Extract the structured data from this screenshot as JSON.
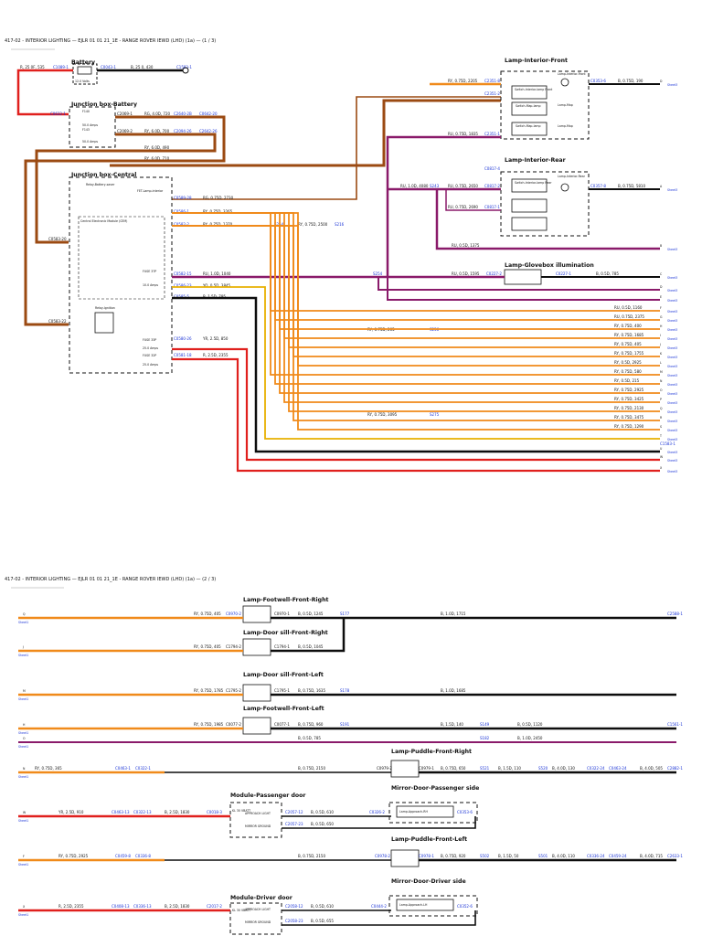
{
  "colors": {
    "black": "#0d0d0d",
    "red": "#e0201d",
    "brown": "#9b4a12",
    "orange": "#f08a1a",
    "yellow": "#e8b000",
    "purple": "#8a1a6a",
    "blue_text": "#1a33d6"
  },
  "page1": {
    "header": "417-02 - INTERIOR LIGHTING — EJLR 01 01 21_1E - RANGE ROVER IEWD (LHD) (1a) — (1 / 3)",
    "battery": {
      "title": "Battery",
      "volts": "12.0 Volts",
      "wire_in": "R, 25 0F, 535",
      "c_in": "C1089-1",
      "c_out": "C0043-1",
      "wire_out": "B, 25 0, 430",
      "c_end": "C1583-1"
    },
    "jb_battery": {
      "title": "Junction box-Battery",
      "c_left": "C0632-1",
      "fuse1": "50.0 Amps",
      "fuse2": "50.0 Amps",
      "f1_label": "F140",
      "f2_label": "F143",
      "c1": "C2069-1",
      "c2": "C2069-2",
      "w1": "RG, 4.0D, 720",
      "w1c": "C2640-2B",
      "w1d": "C0642-20",
      "w2": "RY, 6.0D, 700",
      "w2c": "C2094-26",
      "w2d": "C2642-26",
      "w3": "RY, 6.0D, 490",
      "w4": "RY, 6.0D, 710"
    },
    "jb_central": {
      "title": "Junction box-Central",
      "relay_batt": "Relay-Battery-saver",
      "fet": "FET-Lamp-interior",
      "cem": "Central Electronic Module (CEM)",
      "relay_ign": "Relay-Ignition",
      "f54": "FUSE 37P",
      "f54a": "10.0 Amps",
      "f38": "FUSE 33P",
      "f38a": "25.0 Amps",
      "f39": "FUSE 32P",
      "f39a": "25.0 Amps",
      "c_left1": "C0583-20",
      "c_left2": "C0583-22"
    },
    "jb_wires": [
      {
        "c": "C0589-28",
        "w": "RG, 0.75D, 2730"
      },
      {
        "c": "C0586-1",
        "w": "RY, 0.75D, 3265"
      },
      {
        "c": "C0582-2",
        "w": "RY, 0.75D, 1370"
      },
      {
        "c": "C0582-15",
        "w": "RU, 1.0D, 1040"
      },
      {
        "c": "C0586-23",
        "w": "YO, 0.5D, 3845"
      },
      {
        "c": "C0585-5",
        "w": "B, 1.5D, 795"
      },
      {
        "c": "C0580-26",
        "w": "YR, 2.5D, 850"
      },
      {
        "c": "C0581-18",
        "w": "R, 2.5D, 2355"
      }
    ],
    "splices": {
      "s1": "S254",
      "s2": "S216",
      "s3": "S254",
      "s4": "S256",
      "s5": "S275"
    },
    "mid_wire": "RY, 0.75D, 2500",
    "lamp_front": {
      "title": "Lamp-Interior-Front",
      "sw_lamp": "Switch-Interior-lamp Front",
      "lamp_int": "Lamp-Interior-Front",
      "sw_map1": "Switch-Map-lamp",
      "sw_map2": "Switch-Map-lamp",
      "lamp_map1": "Lamp-Map",
      "lamp_map2": "Lamp-Map",
      "c1": "C2351-8",
      "c2": "C2351-2",
      "c3": "C2351-1",
      "c_out": "C0353-6",
      "w_in": "RY, 0.75D, 2205",
      "w_out": "B, 0.75D, 190",
      "w_rear": "RU, 0.75D, 1835"
    },
    "lamp_rear": {
      "title": "Lamp-Interior-Rear",
      "sw_lamp": "Switch-Interior-lamp Rear",
      "lamp_int": "Lamp-Interior-Rear",
      "c_top": "C0817-4",
      "c1": "C0817-2",
      "c2": "C0817-1",
      "c3": "C0817-8",
      "c_out": "C0357-8",
      "w_out": "B, 0.75D, 5810",
      "w1": "RU, 1.0D, 4080",
      "s_rear": "S243",
      "w2": "RU, 0.75D, 2650",
      "w3": "RU, 0.75D, 2690",
      "w4": "RU, 0.5D, 1375"
    },
    "glovebox": {
      "title": "Lamp-Glovebox illumination",
      "c_in": "C0227-2",
      "c_out": "C0227-1",
      "w_in": "RU, 0.5D, 1595",
      "w_out": "B, 0.5D, 785",
      "splice": "S254"
    },
    "right_wires": [
      "RU, 0.5D, 1160",
      "RU, 0.75D, 2375",
      "RY, 0.75D, 400",
      "RY, 0.75D, 1685",
      "RY, 0.75D, 405",
      "RY, 0.75D, 1755",
      "RY, 0.5D, 2925",
      "RY, 0.75D, 580",
      "RY, 0.5D, 215",
      "RY, 0.75D, 2925",
      "RY, 0.75D, 3425",
      "RY, 0.75D, 2130",
      "RY, 0.75D, 3475",
      "RY, 0.75D, 1290"
    ],
    "left_wire1": "RY, 0.75D, 205",
    "left_wire2": "RY, 0.75D, 3095",
    "right_letters": [
      "D",
      "A",
      "B",
      "C",
      "D",
      "E",
      "F",
      "G",
      "H",
      "I",
      "J",
      "K",
      "L",
      "M",
      "N",
      "O",
      "P",
      "Q",
      "R",
      "S",
      "T",
      "U",
      "W",
      "X"
    ],
    "ground": "C1583-1",
    "sheet_ref": "Sheet3"
  },
  "page2": {
    "header": "417-02 - INTERIOR LIGHTING — EJLR 01 01 21_1E - RANGE ROVER IEWD (LHD) (1a) — (2 / 3)",
    "fw_right": {
      "title": "Lamp-Footwell-Front-Right",
      "c_in": "C0970-2",
      "c_out": "C0970-1",
      "w_in": "RY, 0.75D, 405",
      "w_out": "B, 0.5D, 1245",
      "splice": "S177",
      "w_end": "B, 1.0D, 1715",
      "c_end": "C2588-1"
    },
    "ds_right": {
      "title": "Lamp-Door sill-Front-Right",
      "c_in": "C1794-2",
      "c_out": "C1794-1",
      "w_in": "RY, 0.75D, 405",
      "w_out": "B, 0.5D, 1045"
    },
    "ds_left": {
      "title": "Lamp-Door sill-Front-Left",
      "c_in": "C1795-2",
      "c_out": "C1795-1",
      "w_in": "RY, 0.75D, 1785",
      "w_out": "B, 0.75D, 1635",
      "splice": "S178",
      "w_end": "B, 1.0D, 1685"
    },
    "fw_left": {
      "title": "Lamp-Footwell-Front-Left",
      "c_in": "C0077-2",
      "c_out": "C0077-1",
      "w_in": "RY, 0.75D, 1985",
      "w_out": "B, 0.75D, 960",
      "splice": "S191",
      "w2": "B, 1.5D, 140",
      "s2": "S149",
      "w3": "B, 0.5D, 1120",
      "c_end": "C1561-1",
      "w4": "B, 0.5D, 785",
      "s4": "S182",
      "w5": "B, 1.0D, 2450"
    },
    "puddle_right": {
      "title": "Lamp-Puddle-Front-Right",
      "w_in": "RY, 0.75D, 365",
      "c1": "C0463-1",
      "c2": "C0322-1",
      "w_mid": "B, 0.75D, 2150",
      "c_in": "C0979-2",
      "c_out": "C0979-1",
      "w_out": "B, 0.75D, 650",
      "s1": "S521",
      "w2": "B, 1.5D, 110",
      "s2": "S520",
      "w3": "B, 4.0D, 130",
      "c3": "C0322-24",
      "c4": "C0463-24",
      "w4": "B, 4.0D, 505",
      "c_end": "C2882-1"
    },
    "mod_pass": {
      "title": "Module-Passenger door",
      "w_in": "YR, 2.5D, 910",
      "c1": "C0463-13",
      "c2": "C0322-13",
      "w_mid": "B, 2.5D, 1830",
      "c3": "C0018-3",
      "kl": "KL 30 VBATT",
      "l1": "APPROACH LIGHT",
      "l2": "MIRROR GROUND",
      "c4": "C2057-12",
      "c5": "C2057-23",
      "w_a": "B, 0.5D, 610",
      "w_b": "B, 0.5D, 650"
    },
    "mirror_pass": {
      "title": "Mirror-Door-Passenger side",
      "lamp": "Lamp-Approach-RH",
      "c_in": "C0326-2",
      "c_out": "C0353-6"
    },
    "puddle_left": {
      "title": "Lamp-Puddle-Front-Left",
      "w_in": "RY, 0.75D, 2925",
      "c1": "C0459-8",
      "c2": "C0336-8",
      "w_mid": "B, 0.75D, 2150",
      "c_in": "C0978-2",
      "c_out": "C0978-1",
      "w_out": "B, 0.75D, 920",
      "s1": "S502",
      "w2": "B, 1.5D, 50",
      "s2": "S501",
      "w3": "B, 4.0D, 110",
      "c3": "C0336-24",
      "c4": "C0459-24",
      "w4": "B, 4.0D, 715",
      "c_end": "C2633-1"
    },
    "mirror_drv": {
      "title": "Mirror-Door-Driver side",
      "lamp": "Lamp-Approach-LH",
      "c_in": "C0444-2",
      "c_out": "C0352-6"
    },
    "mod_drv": {
      "title": "Module-Driver door",
      "w_in": "R, 2.5D, 2355",
      "c1": "C0408-13",
      "c2": "C0336-13",
      "w_mid": "B, 2.5D, 1830",
      "c3": "C2017-2",
      "kl": "KL 30 VBATT",
      "l1": "APPROACH LIGHT",
      "l2": "MIRROR GROUND",
      "c4": "C2058-12",
      "c5": "C2058-23",
      "w_a": "B, 0.5D, 610",
      "w_b": "B, 0.5D, 655"
    },
    "left_letters": [
      "Q",
      "J",
      "M",
      "H",
      "O",
      "N",
      "W",
      "F",
      "X"
    ],
    "right_letters": [
      "X",
      "T",
      "N",
      "L",
      "E",
      "S",
      "F",
      "Q",
      "R",
      "A"
    ],
    "sheet_ref": "Sheet1"
  }
}
